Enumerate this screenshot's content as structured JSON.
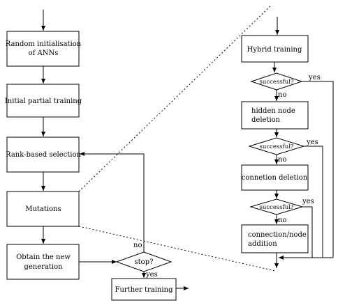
{
  "main_flow": {
    "init": [
      "Random initialisation",
      "of ANNs"
    ],
    "partial": "Initial partial training",
    "rank": "Rank-based selection",
    "mutations": "Mutations",
    "obtain": [
      "Obtain the new",
      "generation"
    ],
    "stop": "stop?",
    "no": "no",
    "yes": "yes",
    "further": "Further training"
  },
  "mutation_detail": {
    "hybrid": "Hybrid training",
    "successful": "successful?",
    "yes": "yes",
    "no": "no",
    "hidden": [
      "hidden node",
      "deletion"
    ],
    "connection_deletion": "connetion deletion",
    "addition": [
      "connection/node",
      "addition"
    ]
  }
}
